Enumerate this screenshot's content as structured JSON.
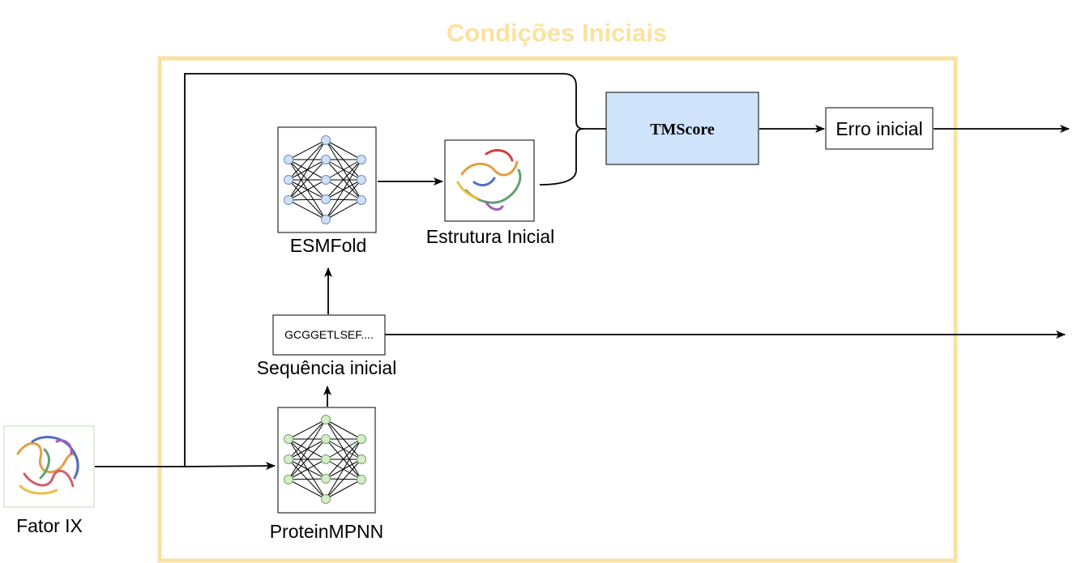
{
  "title": "Condições Iniciais",
  "nodes": {
    "fator": {
      "label": "Fator IX"
    },
    "proteinmpnn": {
      "label": "ProteinMPNN"
    },
    "sequence": {
      "text": "GCGGETLSEF....",
      "label": "Sequência inicial"
    },
    "esmfold": {
      "label": "ESMFold"
    },
    "estrutura": {
      "label": "Estrutura Inicial"
    },
    "tmscore": {
      "label": "TMScore"
    },
    "erro": {
      "label": "Erro inicial"
    }
  },
  "colors": {
    "frame": "#fbe2a0",
    "tmscore_fill": "#cfe3fb",
    "esm_node": "#cfe0f7",
    "esm_node_stroke": "#6d8fbf",
    "mpnn_node": "#d5ecc8",
    "mpnn_node_stroke": "#7aa56a"
  }
}
